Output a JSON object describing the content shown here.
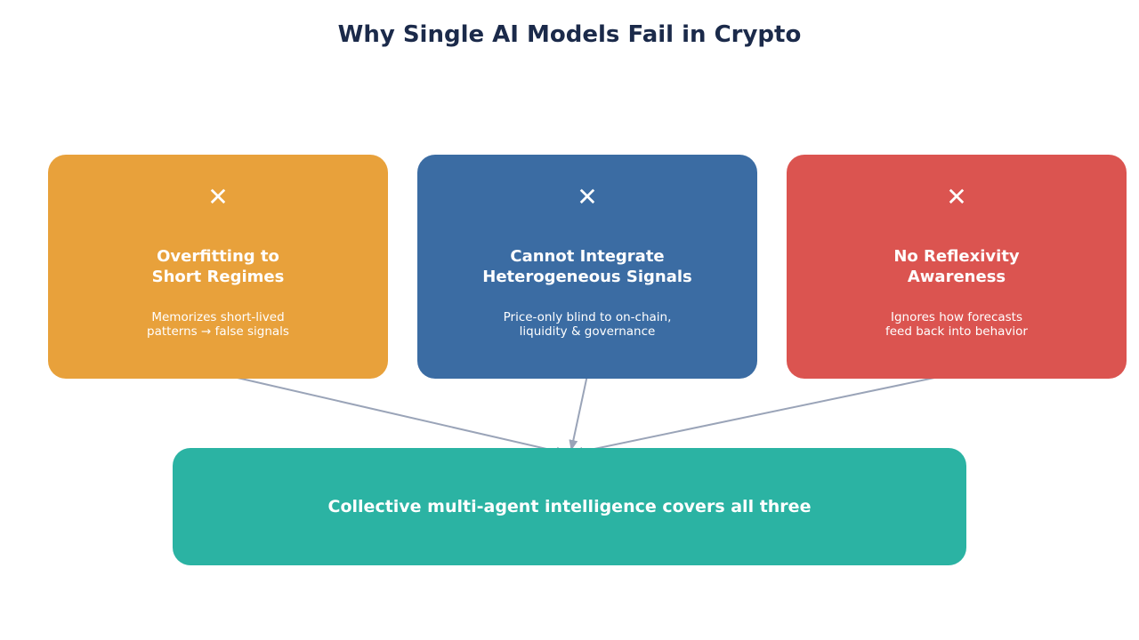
{
  "title": "Why Single AI Models Fail in Crypto",
  "cards": [
    {
      "icon": "close-icon",
      "icon_glyph": "✕",
      "title": "Overfitting to\nShort Regimes",
      "description": "Memorizes short-lived\npatterns → false signals",
      "color": "#e8a13b"
    },
    {
      "icon": "close-icon",
      "icon_glyph": "✕",
      "title": "Cannot Integrate\nHeterogeneous Signals",
      "description": "Price-only blind to on-chain,\nliquidity & governance",
      "color": "#3b6ca3"
    },
    {
      "icon": "close-icon",
      "icon_glyph": "✕",
      "title": "No Reflexivity\nAwareness",
      "description": "Ignores how forecasts\nfeed back into behavior",
      "color": "#db5450"
    }
  ],
  "summary": {
    "text": "Collective multi-agent intelligence covers all three",
    "color": "#2bb3a3"
  },
  "connector_color": "#9aa4b8"
}
